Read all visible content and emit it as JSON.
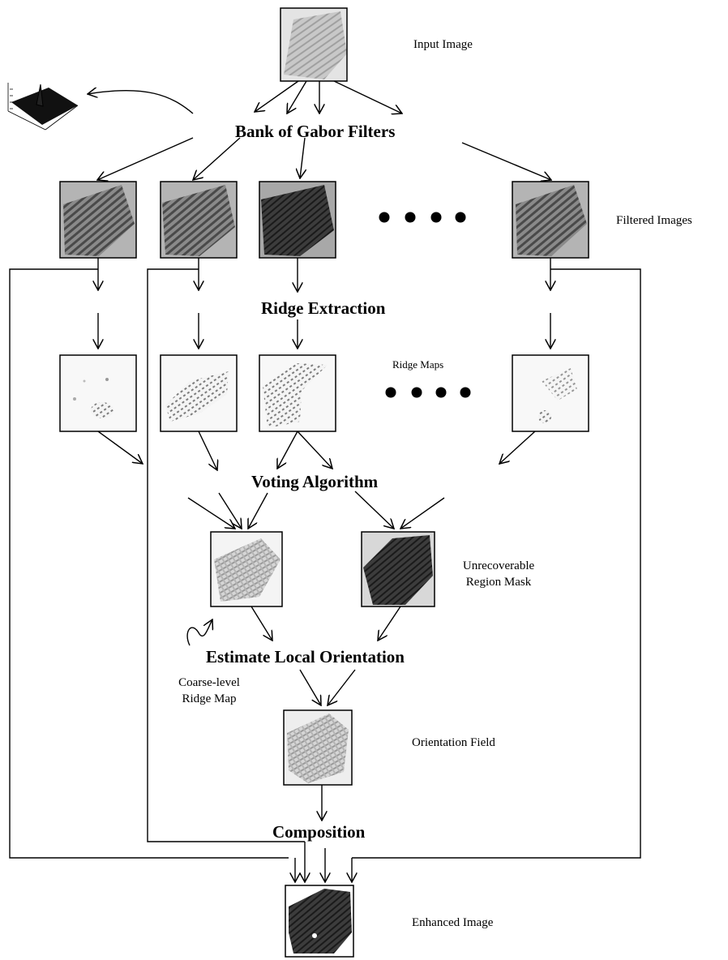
{
  "labels": {
    "input_image": "Input Image",
    "bank_of_gabor_filters": "Bank of Gabor Filters",
    "filtered_images": "Filtered Images",
    "ridge_extraction": "Ridge Extraction",
    "ridge_maps": "Ridge Maps",
    "voting_algorithm": "Voting Algorithm",
    "unrecoverable_region_mask_line1": "Unrecoverable",
    "unrecoverable_region_mask_line2": "Region Mask",
    "estimate_local_orientation": "Estimate Local Orientation",
    "coarse_level_line1": "Coarse-level",
    "coarse_level_line2": "Ridge Map",
    "orientation_field": "Orientation Field",
    "composition": "Composition",
    "enhanced_image": "Enhanced Image"
  },
  "palette": {
    "line": "#000000",
    "fingerprint_light": "#c4c4c4",
    "fingerprint_mid": "#7a7a7a",
    "fingerprint_dark": "#2e2e2e",
    "ridge_map_bg": "#f6f6f6"
  },
  "ellipsis_markers": [
    "filtered-images-ellipsis",
    "ridge-maps-ellipsis"
  ]
}
